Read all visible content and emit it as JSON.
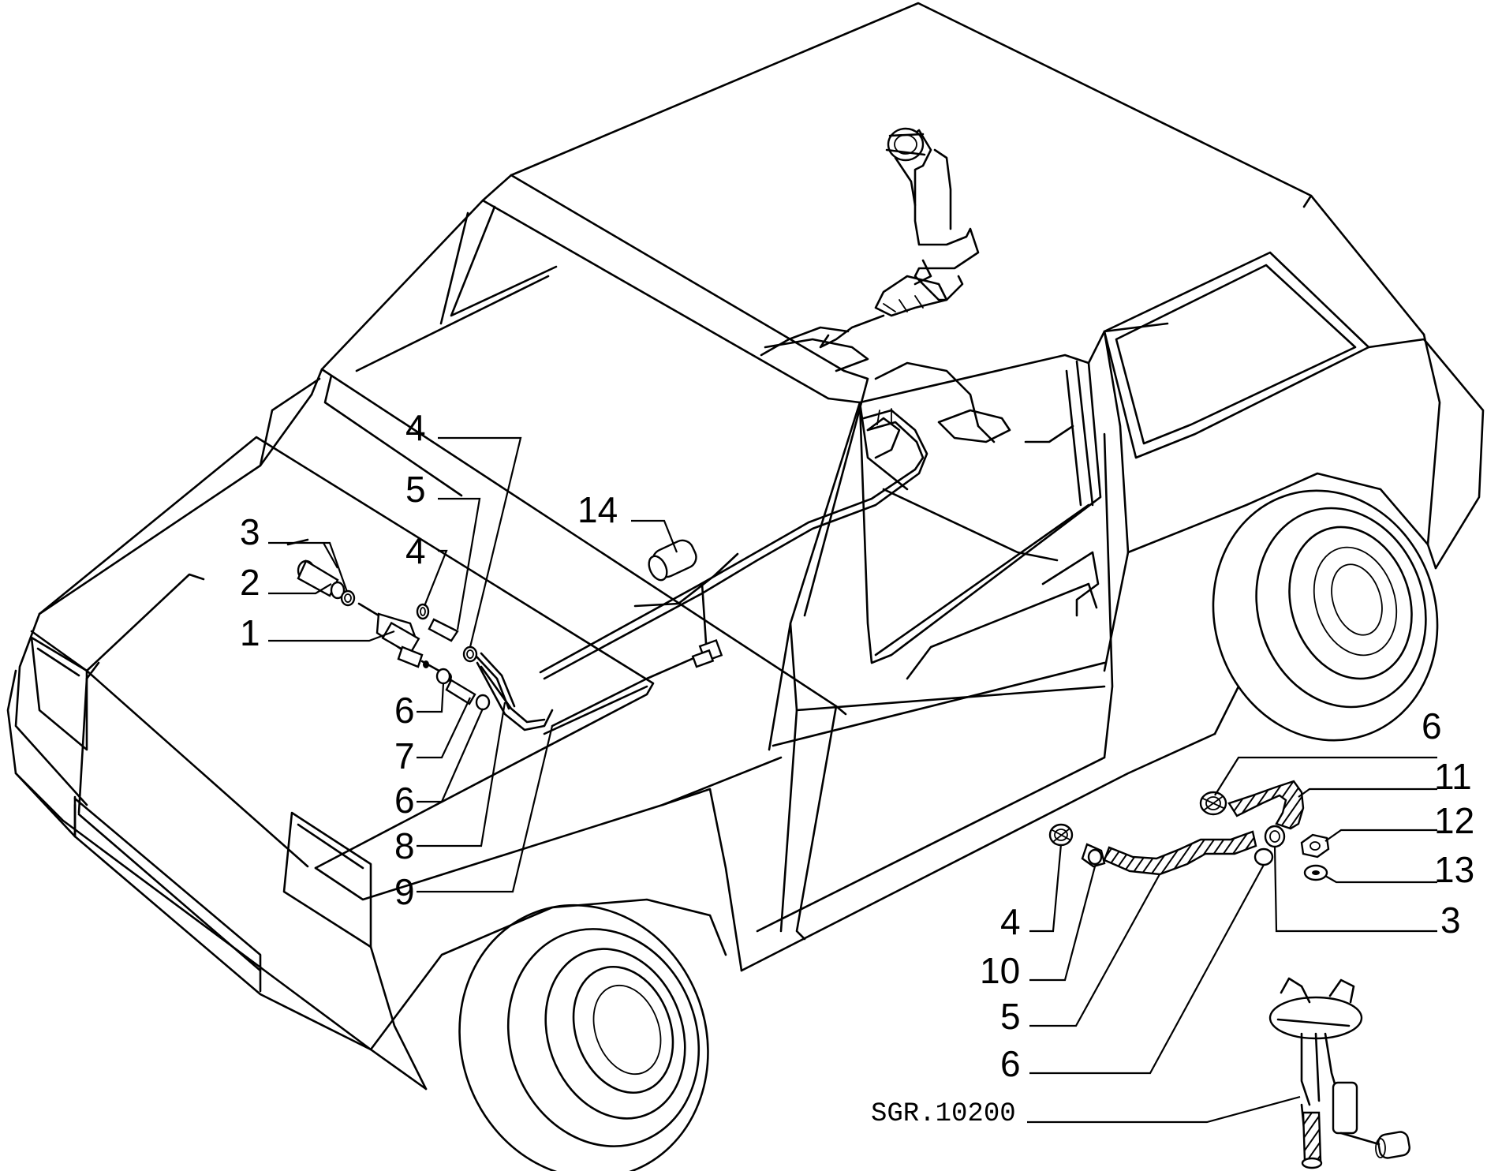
{
  "diagram": {
    "callouts": {
      "c1": "1",
      "c2": "2",
      "c3_left": "3",
      "c4_upper": "4",
      "c5_upper": "5",
      "c4_mid": "4",
      "c6_left_a": "6",
      "c7": "7",
      "c6_left_b": "6",
      "c8": "8",
      "c9": "9",
      "c14": "14",
      "c6_right_top": "6",
      "c11": "11",
      "c12": "12",
      "c13": "13",
      "c3_right": "3",
      "c4_right": "4",
      "c10": "10",
      "c5_right": "5",
      "c6_right_bottom": "6"
    },
    "reference": "SGR.10200"
  }
}
